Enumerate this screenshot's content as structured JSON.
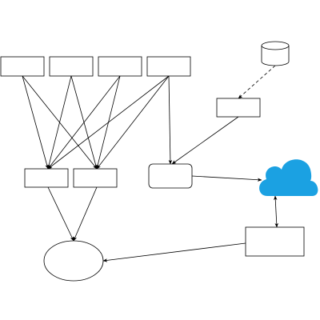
{
  "diagram": {
    "colors": {
      "stroke": "#000000",
      "fill": "#ffffff",
      "cloud": "#1ba1e2"
    },
    "nodes": [
      {
        "id": "top-box-1",
        "shape": "rectangle",
        "label": ""
      },
      {
        "id": "top-box-2",
        "shape": "rectangle",
        "label": ""
      },
      {
        "id": "top-box-3",
        "shape": "rectangle",
        "label": ""
      },
      {
        "id": "top-box-4",
        "shape": "rectangle",
        "label": ""
      },
      {
        "id": "database",
        "shape": "cylinder",
        "label": ""
      },
      {
        "id": "right-box",
        "shape": "rectangle",
        "label": ""
      },
      {
        "id": "middle-box-1",
        "shape": "rectangle",
        "label": ""
      },
      {
        "id": "middle-box-2",
        "shape": "rectangle",
        "label": ""
      },
      {
        "id": "rounded-box",
        "shape": "rounded-rectangle",
        "label": ""
      },
      {
        "id": "cloud",
        "shape": "cloud-icon",
        "label": ""
      },
      {
        "id": "bottom-right-box",
        "shape": "rectangle",
        "label": ""
      },
      {
        "id": "ellipse",
        "shape": "ellipse",
        "label": ""
      }
    ],
    "edges": [
      {
        "from": "top-box-1",
        "to": "middle-box-1",
        "style": "solid",
        "arrow": "end"
      },
      {
        "from": "top-box-1",
        "to": "middle-box-2",
        "style": "solid",
        "arrow": "end"
      },
      {
        "from": "top-box-2",
        "to": "middle-box-1",
        "style": "solid",
        "arrow": "end"
      },
      {
        "from": "top-box-2",
        "to": "middle-box-2",
        "style": "solid",
        "arrow": "end"
      },
      {
        "from": "top-box-3",
        "to": "middle-box-1",
        "style": "solid",
        "arrow": "end"
      },
      {
        "from": "top-box-3",
        "to": "middle-box-2",
        "style": "solid",
        "arrow": "end"
      },
      {
        "from": "top-box-4",
        "to": "middle-box-1",
        "style": "solid",
        "arrow": "end"
      },
      {
        "from": "top-box-4",
        "to": "middle-box-2",
        "style": "solid",
        "arrow": "end"
      },
      {
        "from": "top-box-4",
        "to": "rounded-box",
        "style": "solid",
        "arrow": "end"
      },
      {
        "from": "database",
        "to": "right-box",
        "style": "dashed",
        "arrow": "end"
      },
      {
        "from": "right-box",
        "to": "rounded-box",
        "style": "solid",
        "arrow": "end"
      },
      {
        "from": "rounded-box",
        "to": "cloud",
        "style": "solid",
        "arrow": "end"
      },
      {
        "from": "cloud",
        "to": "bottom-right-box",
        "style": "solid",
        "arrow": "both"
      },
      {
        "from": "middle-box-1",
        "to": "ellipse",
        "style": "solid",
        "arrow": "end"
      },
      {
        "from": "middle-box-2",
        "to": "ellipse",
        "style": "solid",
        "arrow": "end"
      },
      {
        "from": "bottom-right-box",
        "to": "ellipse",
        "style": "solid",
        "arrow": "end"
      }
    ]
  }
}
